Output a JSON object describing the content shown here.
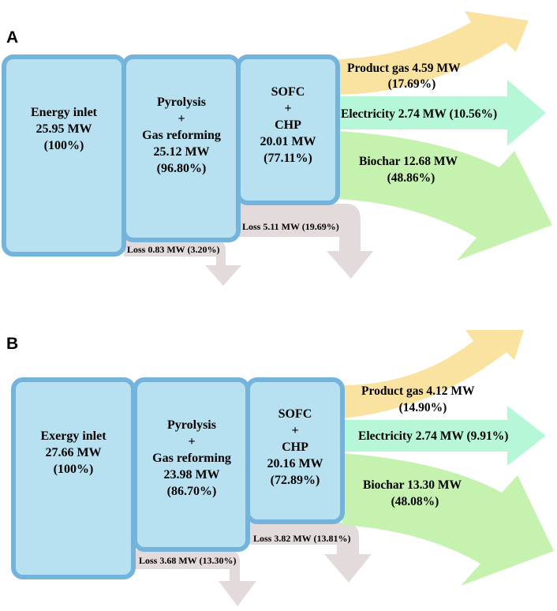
{
  "panels": [
    {
      "label": "A",
      "inlet": {
        "title": "Energy inlet",
        "value": "25.95 MW",
        "pct": "(100%)"
      },
      "pyrolysis": {
        "line1": "Pyrolysis",
        "plus": "+",
        "line2": "Gas reforming",
        "value": "25.12 MW",
        "pct": "(96.80%)"
      },
      "sofc": {
        "line1": "SOFC",
        "plus": "+",
        "line2": "CHP",
        "value": "20.01 MW",
        "pct": "(77.11%)"
      },
      "product_gas": {
        "label": "Product gas 4.59 MW",
        "pct": "(17.69%)"
      },
      "electricity": {
        "label": "Electricity 2.74 MW (10.56%)"
      },
      "biochar": {
        "label": "Biochar 12.68 MW",
        "pct": "(48.86%)"
      },
      "loss1": "Loss 0.83 MW (3.20%)",
      "loss2": "Loss 5.11 MW (19.69%)"
    },
    {
      "label": "B",
      "inlet": {
        "title": "Exergy inlet",
        "value": "27.66 MW",
        "pct": "(100%)"
      },
      "pyrolysis": {
        "line1": "Pyrolysis",
        "plus": "+",
        "line2": "Gas reforming",
        "value": "23.98 MW",
        "pct": "(86.70%)"
      },
      "sofc": {
        "line1": "SOFC",
        "plus": "+",
        "line2": "CHP",
        "value": "20.16 MW",
        "pct": "(72.89%)"
      },
      "product_gas": {
        "label": "Product gas 4.12 MW",
        "pct": "(14.90%)"
      },
      "electricity": {
        "label": "Electricity 2.74 MW (9.91%)"
      },
      "biochar": {
        "label": "Biochar 13.30 MW",
        "pct": "(48.08%)"
      },
      "loss1": "Loss 3.68 MW (13.30%)",
      "loss2": "Loss 3.82 MW (13.81%)"
    }
  ],
  "colors": {
    "box_fill": "#b7e1f0",
    "box_stroke": "#74b3dc",
    "product_gas": "#fae3a0",
    "electricity": "#b5f7d7",
    "biochar": "#c6f2b0",
    "loss": "#e3dbdb"
  }
}
